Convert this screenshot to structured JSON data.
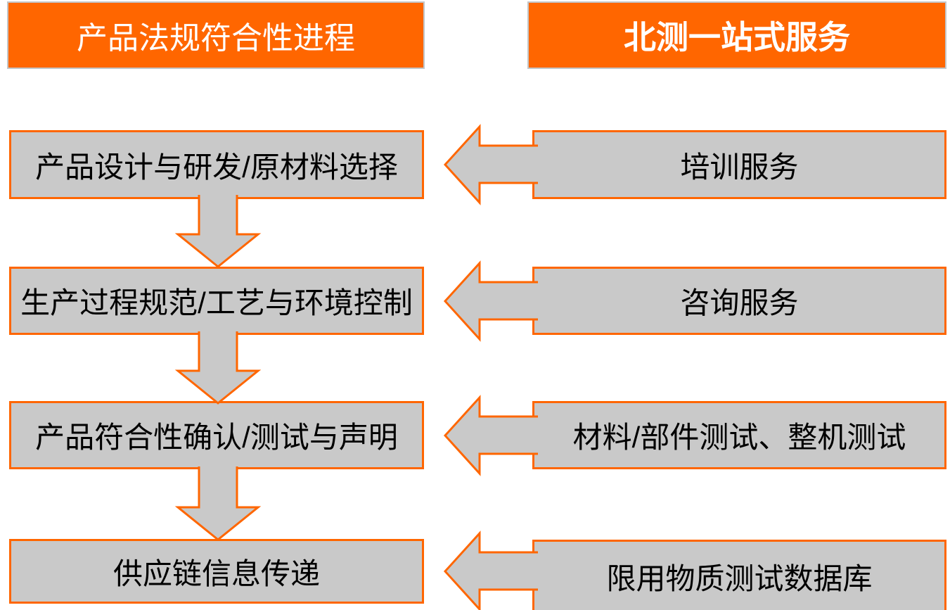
{
  "headers": {
    "left": "产品法规符合性进程",
    "right": "北测一站式服务"
  },
  "process_steps": [
    {
      "label": "产品设计与研发/原材料选择"
    },
    {
      "label": "生产过程规范/工艺与环境控制"
    },
    {
      "label": "产品符合性确认/测试与声明"
    },
    {
      "label": "供应链信息传递"
    }
  ],
  "services": [
    {
      "label": "培训服务"
    },
    {
      "label": "咨询服务"
    },
    {
      "label": "材料/部件测试、整机测试"
    },
    {
      "label": "限用物质测试数据库"
    }
  ],
  "colors": {
    "accent_orange": "#FF6600",
    "box_fill_gray": "#C9C9C9",
    "header_border_gray": "#C3C6C8",
    "header_text": "#FFFFFF",
    "box_text": "#000000",
    "background": "#FFFFFF"
  }
}
